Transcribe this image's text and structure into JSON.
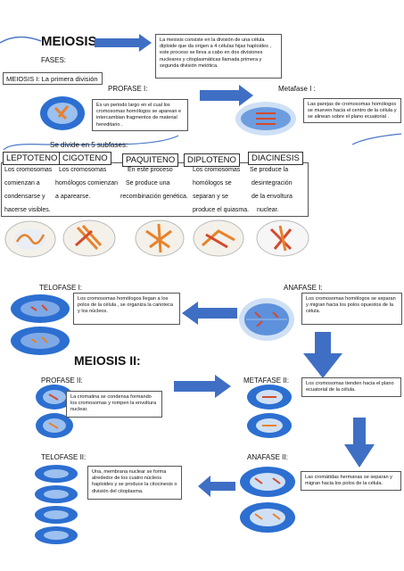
{
  "meiosis1": {
    "title": "MEIOSIS",
    "fases_label": "FASES:",
    "meiosis1_label": "MEIOSIS I: La primera división",
    "intro_text": "La meiosis consiste en la división de una  célula diploide que da origen a 4 células hijas haploides , este proceso se lleva a cabo en dos divisiones nucleares y citoplasmáticas llamada primera y segunda división meiótica.",
    "profase_label": "PROFASE I:",
    "profase_text": "Es un periodo largo en el cual los cromosomas homólogos se aparean e intercambian fragmentos de material hereditario .",
    "metafase_label": "Metafase I :",
    "metafase_text": "Las parejas de cromosomas homólogos se mueven hacia el centro de la célula y se alinean sobre el plano ecuatorial .",
    "subfases_label": "Se divide en 5 subfases:",
    "subfases": [
      {
        "name": "LEPTOTENO",
        "lines": [
          "Los cromosomas",
          "comienzan a",
          "condensarse  y",
          "hacerse visibles."
        ]
      },
      {
        "name": "CIGOTENO",
        "lines": [
          "Los cromosomas",
          "homólogos comienzan",
          "a aparearse."
        ]
      },
      {
        "name": "PAQUITENO",
        "lines": [
          "En este proceso",
          "Se produce una",
          "recombinación genética."
        ]
      },
      {
        "name": "DIPLOTENO",
        "lines": [
          "Los cromosomas",
          "homólogos se",
          "separan y se",
          "produce el quiasma."
        ]
      },
      {
        "name": "DIACINESIS",
        "lines": [
          "Se produce la",
          "desintegración",
          "de la envoltura",
          "nuclear."
        ]
      }
    ],
    "telofase_label": "TELOFASE I:",
    "telofase_text": "Los cromosomas homólogos llegan a los polos de la célula , se organiza la carioteca y los núcleos.",
    "anafase_label": "ANAFASE I:",
    "anafase_text": "Los cromosomas homólogos se separan y migran hacia los polos opuestos de la célula."
  },
  "meiosis2": {
    "title": "MEIOSIS II:",
    "profase_label": "PROFASE II:",
    "profase_text": "La cromatina se condensa formando los cromosomas y rompen la envoltura nuclear.",
    "metafase_label": "METAFASE II:",
    "metafase_text": "Los cromosomas tienden hacia el plano ecuatorial de la célula.",
    "telofase_label": "TELOFASE II:",
    "telofase_text": "Una, membrana nuclear se forma alrededor de los cuatro núcleos haploides y se produce la citocinesis o división del citoplasma.",
    "anafase_label": "ANAFASE II:",
    "anafase_text": "Las cromátidas hermanas se separan y migran hacia los polos de la célula."
  },
  "colors": {
    "arrow": "#3f6fc4",
    "cell_blue": "#2c6fd1",
    "cell_light": "#dfe9f7",
    "chrom_orange": "#e8822a",
    "chrom_red": "#d44a2e"
  }
}
